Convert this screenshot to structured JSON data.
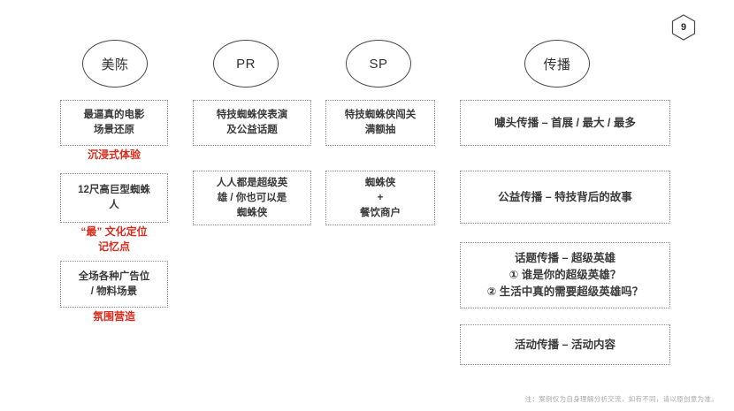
{
  "page": {
    "number": "9",
    "badge_icon": "hexagon-page-number-icon"
  },
  "columns": [
    {
      "id": "meichen",
      "header": "美陈",
      "boxes": [
        {
          "text": "最逼真的电影\n场景还原"
        },
        {
          "text": "12尺高巨型蜘蛛\n人"
        },
        {
          "text": "全场各种广告位\n/ 物料场景"
        }
      ],
      "captions": [
        {
          "text": "沉浸式体验"
        },
        {
          "text": "“最” 文化定位\n记忆点"
        },
        {
          "text": "氛围营造"
        }
      ]
    },
    {
      "id": "pr",
      "header": "PR",
      "boxes": [
        {
          "text": "特技蜘蛛侠表演\n及公益话题"
        },
        {
          "text": "人人都是超级英\n雄 / 你也可以是\n蜘蛛侠"
        }
      ],
      "captions": []
    },
    {
      "id": "sp",
      "header": "SP",
      "boxes": [
        {
          "text": "特技蜘蛛侠闯关\n满额抽"
        },
        {
          "text": "蜘蛛侠\n+\n餐饮商户"
        }
      ],
      "captions": []
    },
    {
      "id": "chuanbo",
      "header": "传播",
      "boxes": [
        {
          "text": "噱头传播 – 首展 / 最大 / 最多"
        },
        {
          "text": "公益传播 – 特技背后的故事"
        },
        {
          "text": "话题传播 – 超级英雄\n① 谁是你的超级英雄？\n② 生活中真的需要超级英雄吗？"
        },
        {
          "text": "活动传播 – 活动内容"
        }
      ],
      "captions": []
    }
  ],
  "footer": {
    "note": "注：案例仅为自身理解分析交流，如有不同，请以原创意为准。"
  },
  "colors": {
    "accent_red": "#d92b1c",
    "box_border": "#8d8d8d",
    "bubble_border": "#4a4a4a",
    "text": "#3a3a3a",
    "footer_text": "#a9a9a9"
  }
}
